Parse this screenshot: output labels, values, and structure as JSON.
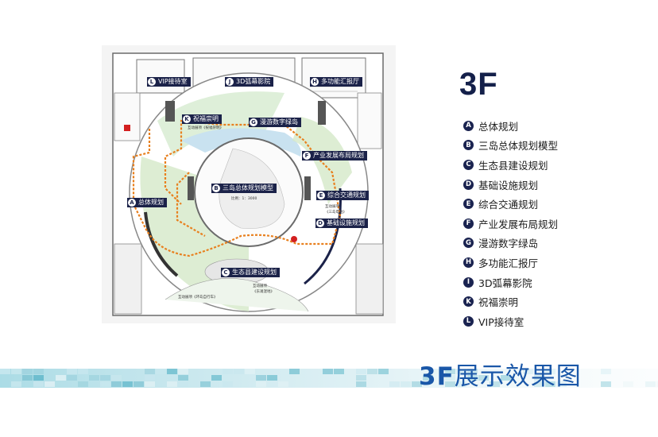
{
  "floor_title": "3F",
  "legend": [
    {
      "letter": "A",
      "label": "总体规划"
    },
    {
      "letter": "B",
      "label": "三岛总体规划模型"
    },
    {
      "letter": "C",
      "label": "生态县建设规划"
    },
    {
      "letter": "D",
      "label": "基础设施规划"
    },
    {
      "letter": "E",
      "label": "综合交通规划"
    },
    {
      "letter": "F",
      "label": "产业发展布局规划"
    },
    {
      "letter": "G",
      "label": "漫游数字绿岛"
    },
    {
      "letter": "H",
      "label": "多功能汇报厅"
    },
    {
      "letter": "I",
      "label": "3D弧幕影院"
    },
    {
      "letter": "K",
      "label": "祝福崇明"
    },
    {
      "letter": "L",
      "label": "VIP接待室"
    }
  ],
  "plan_tags": {
    "L": "VIP接待室",
    "J": "3D弧幕影院",
    "H": "多功能汇报厅",
    "K": "祝福崇明",
    "G": "漫游数字绿岛",
    "F": "产业发展布局规划",
    "B": "三岛总体规划模型",
    "E": "综合交通规划",
    "A": "总体规划",
    "D": "基础设施规划",
    "C": "生态县建设规划"
  },
  "plan_notes": {
    "scale": "比例：1：3000",
    "k_note": "互动展项《祝福崇明》",
    "d_note1": "互动展项",
    "d_note2": "《三岛电站》",
    "c_note1": "互动展项",
    "c_note2": "《东滩湿地》",
    "c_note3": "互动展项《环岛自行车》"
  },
  "banner_title_bold": "3F",
  "banner_title_rest": "展示效果图",
  "colors": {
    "navy": "#1b2249",
    "route": "#e8801f",
    "green": "#d4e8c8",
    "water": "#c9e2f0",
    "blue_title": "#1a57a8"
  }
}
